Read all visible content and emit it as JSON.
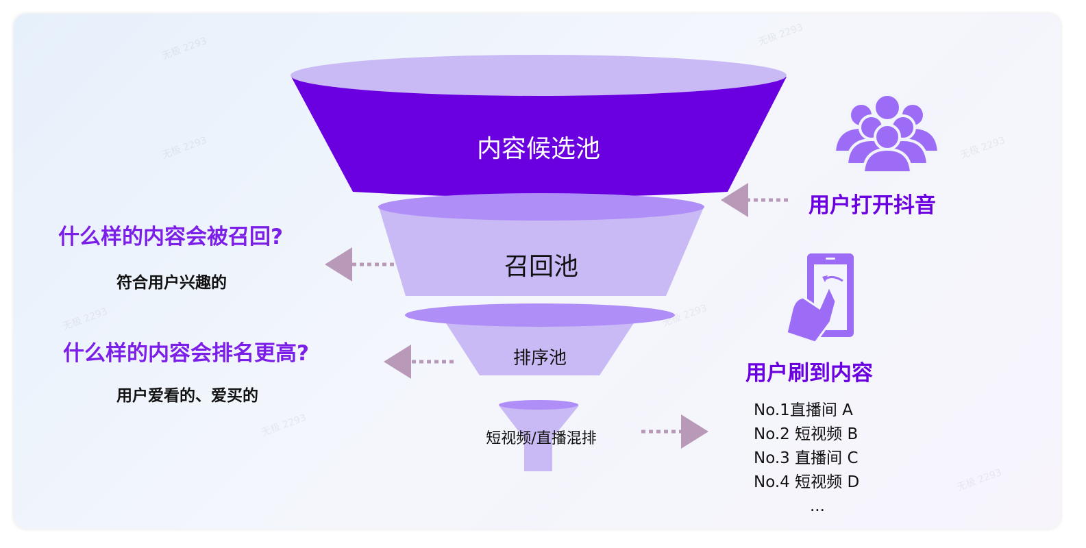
{
  "watermark": "无极 2293",
  "funnel": {
    "levels": [
      "内容候选池",
      "召回池",
      "排序池",
      "短视频/直播混排"
    ]
  },
  "left": {
    "q1": "什么样的内容会被召回?",
    "a1": "符合用户兴趣的",
    "q2": "什么样的内容会排名更高?",
    "a2": "用户爱看的、爱买的"
  },
  "right": {
    "users_icon": "users-group-icon",
    "open_label": "用户打开抖音",
    "phone_icon": "phone-swipe-icon",
    "swipe_label": "用户刷到内容",
    "list": [
      "No.1直播间 A",
      "No.2 短视频 B",
      "No.3 直播间 C",
      "No.4 短视频 D",
      "..."
    ]
  },
  "colors": {
    "dark": "#6a00e0",
    "mid": "#b08ef8",
    "light": "#c9b9f5",
    "accent": "#7b1fe8",
    "arrow": "#b89ab8"
  }
}
